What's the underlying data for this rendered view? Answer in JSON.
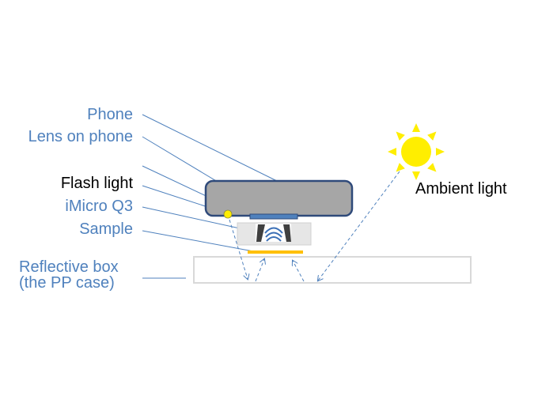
{
  "labels": {
    "phone": "Phone",
    "lens": "Lens on phone",
    "flash": "Flash light",
    "imicro": "iMicro Q3",
    "sample": "Sample",
    "box_line1": "Reflective box",
    "box_line2": "(the PP case)",
    "ambient": "Ambient light"
  },
  "colors": {
    "label_blue": "#4f81bd",
    "phone_fill": "#a6a6a6",
    "phone_stroke": "#2f4a7a",
    "sun": "#ffee00",
    "sample": "#ffc000",
    "box_stroke": "#d9d9d9"
  }
}
